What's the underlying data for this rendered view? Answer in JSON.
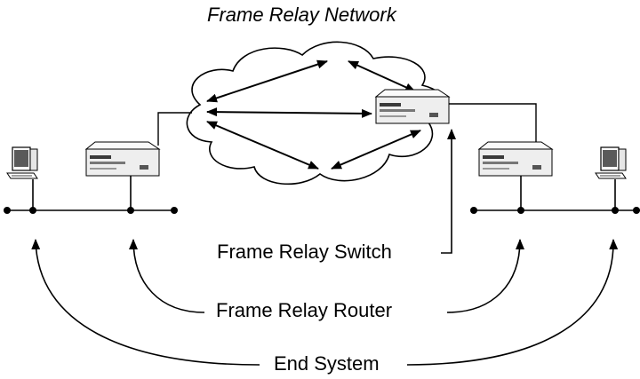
{
  "title": "Frame Relay Network",
  "labels": {
    "switch": "Frame Relay Switch",
    "router": "Frame Relay Router",
    "end_system": "End System"
  },
  "colors": {
    "line": "#000000",
    "device_body": "#f2f2f2",
    "device_panel": "#3a3a3a",
    "screen": "#5a5a5a"
  },
  "icons": [
    "frame-relay-switch-icon",
    "router-icon",
    "workstation-icon",
    "cloud-icon"
  ]
}
